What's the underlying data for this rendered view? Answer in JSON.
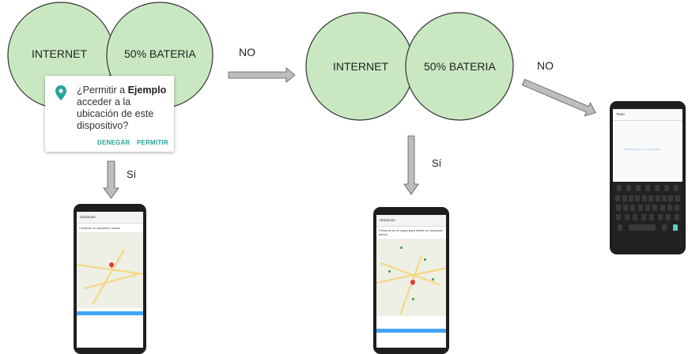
{
  "circles": {
    "left": {
      "internet": "INTERNET",
      "battery": "50% BATERIA"
    },
    "center": {
      "internet": "INTERNET",
      "battery": "50% BATERIA"
    }
  },
  "arrows": {
    "no_first": "NO",
    "no_second": "NO",
    "si_left": "Sí",
    "si_center": "Sí"
  },
  "dialog": {
    "prompt_prefix": "¿Permitir a ",
    "app_name": "Ejemplo",
    "prompt_suffix": " acceder a la ubicación de este dispositivo?",
    "deny_label": "DENEGAR",
    "allow_label": "PERMITIR",
    "icon": "location-pin-icon"
  },
  "phones": {
    "left": {
      "title": "Ubicacion",
      "instruction": "Confirme su ubicación actual"
    },
    "center": {
      "title": "Ubicacion",
      "instruction": "Presione en el mapa para definir su ubicación actual"
    },
    "right": {
      "title": "Texto",
      "hint": "Escriba aquí su respuesta"
    }
  },
  "colors": {
    "circle_fill": "#c9e8c2",
    "circle_stroke": "#333333",
    "arrow_fill": "#bdbdbd",
    "accent": "#26a69a"
  }
}
